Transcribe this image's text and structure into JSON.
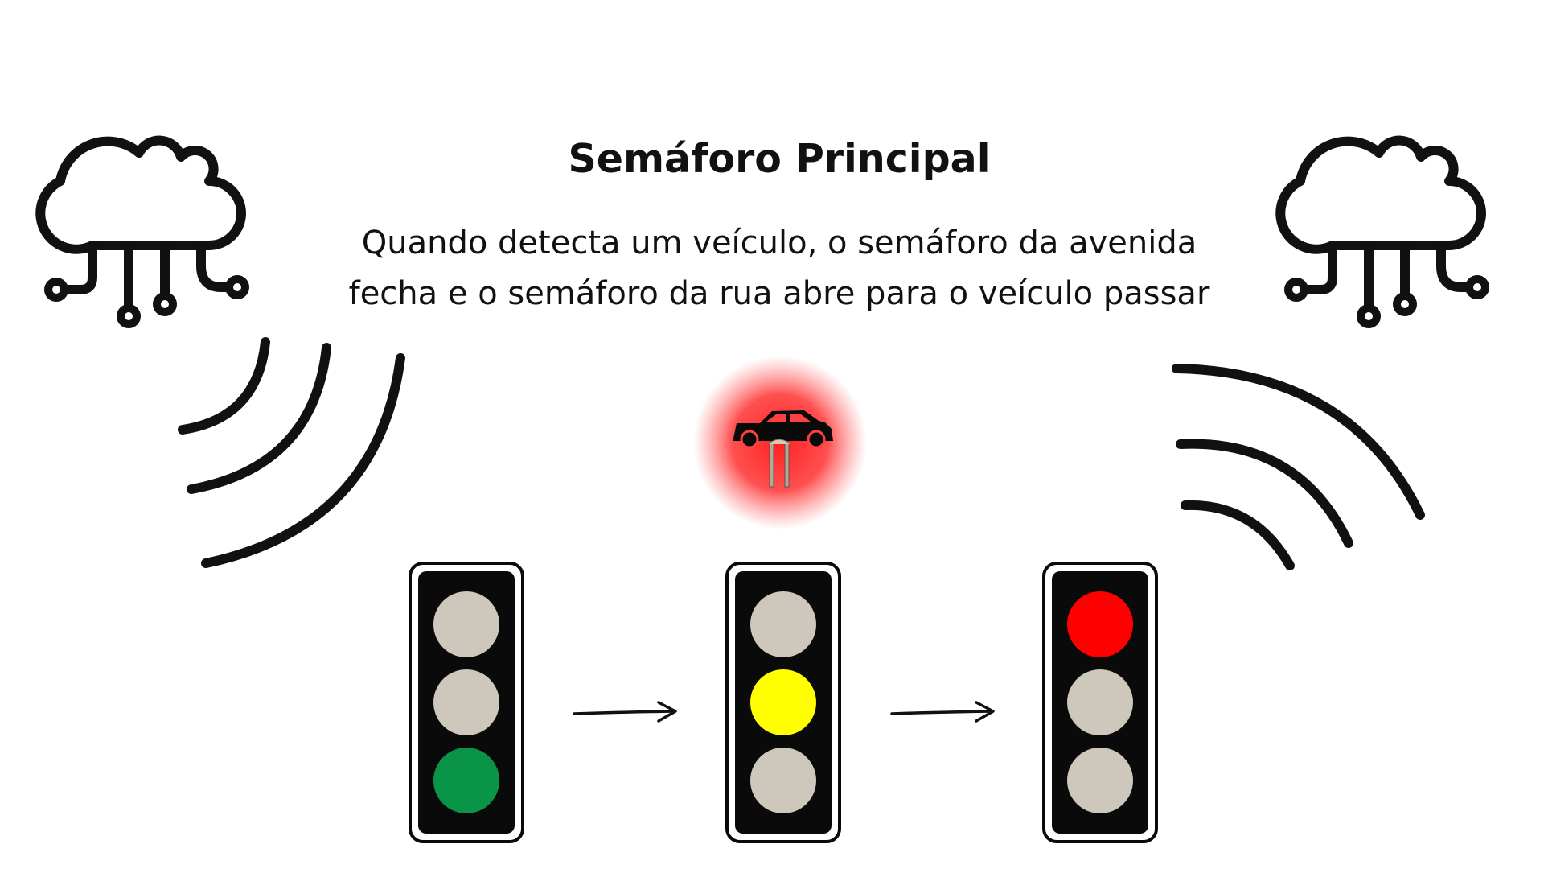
{
  "title": "Semáforo Principal",
  "description": {
    "line1": "Quando detecta um veículo, o semáforo da avenida",
    "line2": "fecha e o semáforo da rua abre para o veículo passar"
  },
  "colors": {
    "lamp_off": "#cdc8bb",
    "green": "#0a9447",
    "yellow": "#ffff00",
    "red": "#ff0000",
    "housing": "#0a0a0a",
    "sensor_glow": "#ff2a2a",
    "stroke": "#111111"
  },
  "icons": {
    "left_cloud": "cloud-network-icon",
    "right_cloud": "cloud-network-icon",
    "sensor": "car-sensor-icon",
    "arrows": "arrow-right-icon"
  },
  "traffic_lights": [
    {
      "name": "traffic-light-green",
      "active": "green"
    },
    {
      "name": "traffic-light-yellow",
      "active": "yellow"
    },
    {
      "name": "traffic-light-red",
      "active": "red"
    }
  ]
}
